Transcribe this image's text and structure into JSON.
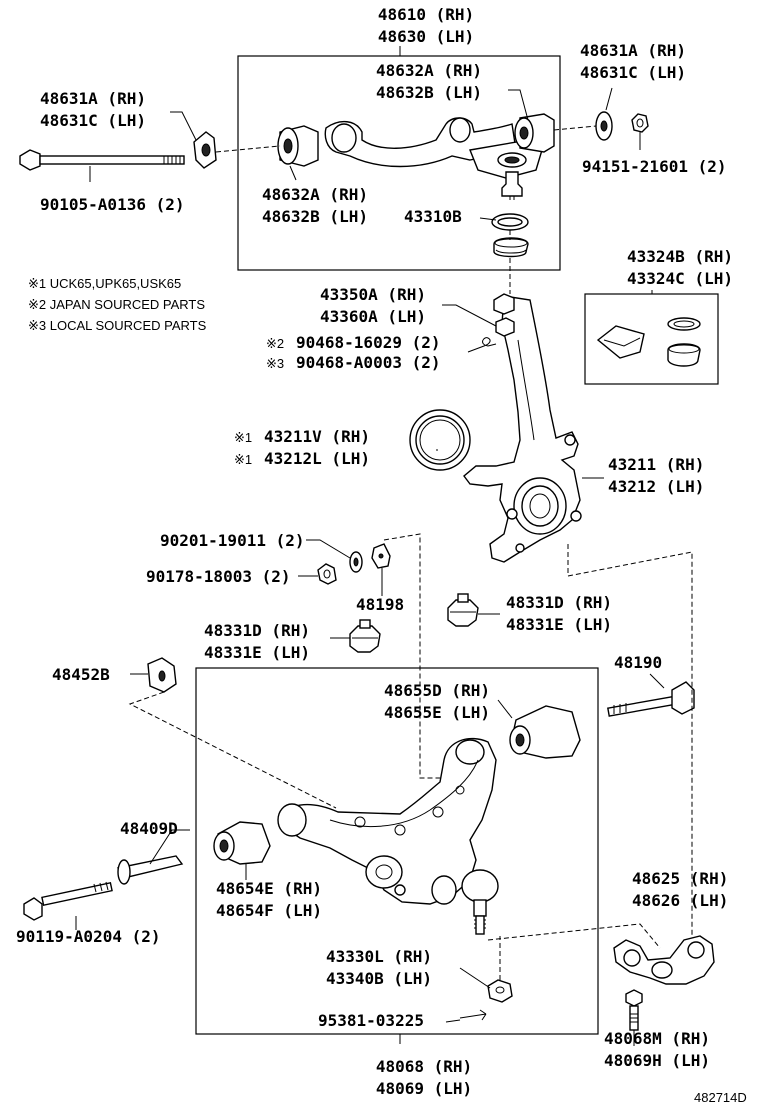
{
  "notes": [
    "※1 UCK65,UPK65,USK65",
    "※2 JAPAN SOURCED PARTS",
    "※3 LOCAL SOURCED PARTS"
  ],
  "labels": {
    "upper_arm_rh": "48610 (RH)",
    "upper_arm_lh": "48630 (LH)",
    "cam_plate_right_rh": "48631A (RH)",
    "cam_plate_right_lh": "48631C (LH)",
    "cam_plate_left_rh": "48631A (RH)",
    "cam_plate_left_lh": "48631C (LH)",
    "upper_bush_top_rh": "48632A (RH)",
    "upper_bush_top_lh": "48632B (LH)",
    "upper_bush_bottom_rh": "48632A (RH)",
    "upper_bush_bottom_lh": "48632B (LH)",
    "nut_94151": "94151-21601 (2)",
    "bolt_90105": "90105-A0136 (2)",
    "ball_joint_43310b": "43310B",
    "dust_boot_kit_rh": "43324B (RH)",
    "dust_boot_kit_lh": "43324C (LH)",
    "knuckle_nut_rh": "43350A (RH)",
    "knuckle_nut_lh": "43360A (LH)",
    "cotter_pin_japan": "90468-16029 (2)",
    "cotter_pin_japan_mark": "※2",
    "cotter_pin_local": "90468-A0003 (2)",
    "cotter_pin_local_mark": "※3",
    "seal_rh": "43211V (RH)",
    "seal_rh_mark": "※1",
    "seal_lh": "43212L (LH)",
    "seal_lh_mark": "※1",
    "knuckle_rh": "43211 (RH)",
    "knuckle_lh": "43212 (LH)",
    "washer_90201": "90201-19011 (2)",
    "nut_90178": "90178-18003 (2)",
    "stopper_48198": "48198",
    "bumper_right_rh": "48331D (RH)",
    "bumper_right_lh": "48331E (LH)",
    "bumper_left_rh": "48331D (RH)",
    "bumper_left_lh": "48331E (LH)",
    "cam_48452b": "48452B",
    "bolt_48190": "48190",
    "lower_bush_front_rh": "48655D (RH)",
    "lower_bush_front_lh": "48655E (LH)",
    "cam_48409d": "48409D",
    "lower_bush_rear_rh": "48654E (RH)",
    "lower_bush_rear_lh": "48654F (LH)",
    "bolt_90119": "90119-A0204 (2)",
    "bracket_rh": "48625 (RH)",
    "bracket_lh": "48626 (LH)",
    "ball_nut_rh": "43330L (RH)",
    "ball_nut_lh": "43340B (LH)",
    "pin_95381": "95381-03225",
    "bracket_bolt_rh": "48068M (RH)",
    "bracket_bolt_lh": "48069H (LH)",
    "lower_arm_rh": "48068 (RH)",
    "lower_arm_lh": "48069 (LH)"
  },
  "figure_id": "482714D"
}
